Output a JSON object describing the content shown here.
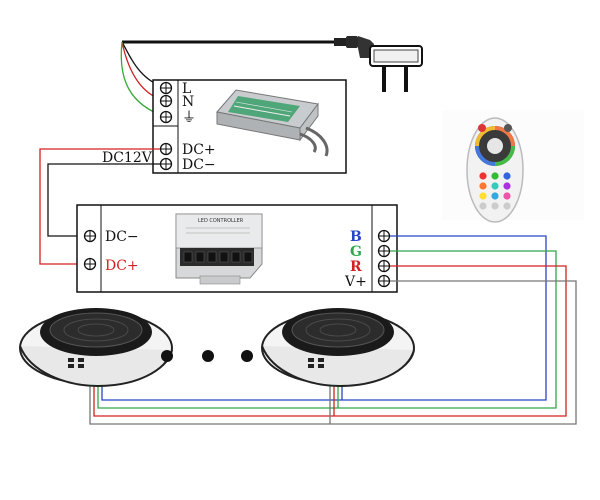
{
  "terminals": {
    "mains_L": "L",
    "mains_N": "N",
    "mains_E": "⏚",
    "psu_dc_plus": "DC+",
    "psu_dc_minus": "DC−",
    "psu_voltage": "DC12V",
    "ctrl_dc_minus": "DC−",
    "ctrl_dc_plus": "DC+",
    "ctrl_b": "B",
    "ctrl_g": "G",
    "ctrl_r": "R",
    "ctrl_v": "V+"
  },
  "controller_label": "LED CONTROLLER",
  "colors": {
    "red": "#d42020",
    "green": "#2fa84a",
    "blue": "#2546c8",
    "black": "#111111",
    "gray": "#777777"
  }
}
